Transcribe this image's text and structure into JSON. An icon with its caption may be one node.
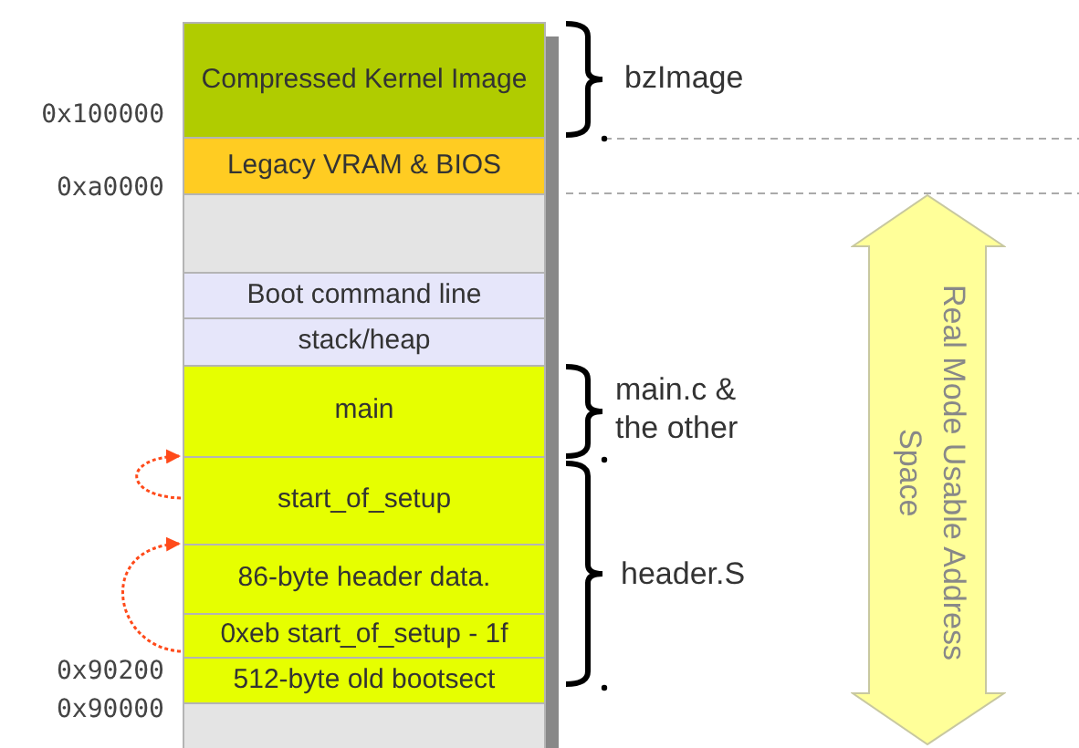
{
  "diagram": {
    "nodes": [
      {
        "text": [
          "Compressed Kernel Image"
        ]
      },
      {
        "text": [
          "Legacy VRAM & BIOS"
        ]
      },
      {
        "text": [],
        "shape": "box"
      },
      {
        "text": [
          "Boot command line"
        ]
      },
      {
        "text": [
          "stack/heap"
        ]
      },
      {
        "text": [
          "main"
        ]
      },
      {
        "text": [
          "start_of_setup"
        ]
      },
      {
        "text": [
          "86-byte header data."
        ]
      },
      {
        "text": [
          "0xeb start_of_setup - 1f"
        ]
      },
      {
        "text": [
          "512-byte old bootsect"
        ]
      },
      {
        "text": [],
        "shape": "box"
      },
      {
        "text": [
          "Real Mode Usable Address Space"
        ]
      }
    ],
    "edges": [
      {
        "from": 8,
        "to": 6,
        "arrow": "to",
        "style": "dashed",
        "color": "#ff4a1a"
      },
      {
        "from": 6,
        "to": 5,
        "arrow": "to",
        "style": "dashed",
        "color": "#ff4a1a"
      }
    ],
    "labels": [
      "bzImage",
      "0x100000",
      "0xa0000",
      "main.c & the other",
      "header.S",
      "0x90200",
      "0x90000"
    ]
  }
}
